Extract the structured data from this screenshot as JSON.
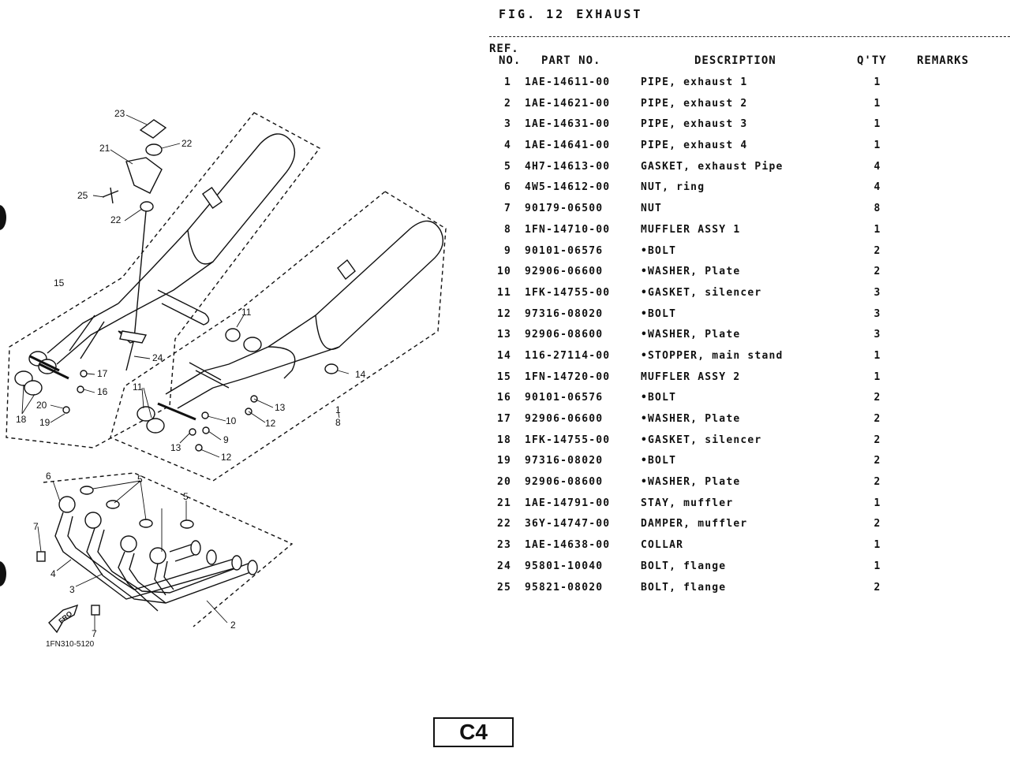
{
  "figure": {
    "label": "FIG. 12",
    "title": "EXHAUST"
  },
  "table": {
    "headers": {
      "ref_top": "REF.",
      "ref": "NO.",
      "part": "PART NO.",
      "desc": "DESCRIPTION",
      "qty": "Q'TY",
      "remarks": "REMARKS"
    },
    "rows": [
      {
        "ref": "1",
        "part": "1AE-14611-00",
        "desc": "PIPE, exhaust 1",
        "qty": "1"
      },
      {
        "ref": "2",
        "part": "1AE-14621-00",
        "desc": "PIPE, exhaust 2",
        "qty": "1"
      },
      {
        "ref": "3",
        "part": "1AE-14631-00",
        "desc": "PIPE, exhaust 3",
        "qty": "1"
      },
      {
        "ref": "4",
        "part": "1AE-14641-00",
        "desc": "PIPE, exhaust 4",
        "qty": "1"
      },
      {
        "ref": "5",
        "part": "4H7-14613-00",
        "desc": "GASKET, exhaust Pipe",
        "qty": "4"
      },
      {
        "ref": "6",
        "part": "4W5-14612-00",
        "desc": "NUT, ring",
        "qty": "4"
      },
      {
        "ref": "7",
        "part": "90179-06500",
        "desc": "NUT",
        "qty": "8"
      },
      {
        "ref": "8",
        "part": "1FN-14710-00",
        "desc": "MUFFLER ASSY 1",
        "qty": "1"
      },
      {
        "ref": "9",
        "part": "90101-06576",
        "desc": "•BOLT",
        "qty": "2"
      },
      {
        "ref": "10",
        "part": "92906-06600",
        "desc": "•WASHER, Plate",
        "qty": "2"
      },
      {
        "ref": "11",
        "part": "1FK-14755-00",
        "desc": "•GASKET, silencer",
        "qty": "3"
      },
      {
        "ref": "12",
        "part": "97316-08020",
        "desc": "•BOLT",
        "qty": "3"
      },
      {
        "ref": "13",
        "part": "92906-08600",
        "desc": "•WASHER, Plate",
        "qty": "3"
      },
      {
        "ref": "14",
        "part": "116-27114-00",
        "desc": "•STOPPER, main stand",
        "qty": "1"
      },
      {
        "ref": "15",
        "part": "1FN-14720-00",
        "desc": "MUFFLER ASSY 2",
        "qty": "1"
      },
      {
        "ref": "16",
        "part": "90101-06576",
        "desc": "•BOLT",
        "qty": "2"
      },
      {
        "ref": "17",
        "part": "92906-06600",
        "desc": "•WASHER, Plate",
        "qty": "2"
      },
      {
        "ref": "18",
        "part": "1FK-14755-00",
        "desc": "•GASKET, silencer",
        "qty": "2"
      },
      {
        "ref": "19",
        "part": "97316-08020",
        "desc": "•BOLT",
        "qty": "2"
      },
      {
        "ref": "20",
        "part": "92906-08600",
        "desc": "•WASHER, Plate",
        "qty": "2"
      },
      {
        "ref": "21",
        "part": "1AE-14791-00",
        "desc": "STAY, muffler",
        "qty": "1"
      },
      {
        "ref": "22",
        "part": "36Y-14747-00",
        "desc": "DAMPER, muffler",
        "qty": "2"
      },
      {
        "ref": "23",
        "part": "1AE-14638-00",
        "desc": "COLLAR",
        "qty": "1"
      },
      {
        "ref": "24",
        "part": "95801-10040",
        "desc": "BOLT, flange",
        "qty": "1"
      },
      {
        "ref": "25",
        "part": "95821-08020",
        "desc": "BOLT, flange",
        "qty": "2"
      }
    ]
  },
  "diagram": {
    "code": "1FN310-5120",
    "fro_arrow": "FRO",
    "callouts": [
      "1",
      "2",
      "3",
      "4",
      "5",
      "6",
      "7",
      "8",
      "9",
      "10",
      "11",
      "12",
      "13",
      "14",
      "15",
      "16",
      "17",
      "18",
      "19",
      "20",
      "21",
      "22",
      "23",
      "24",
      "25"
    ]
  },
  "page": {
    "badge": "C4"
  }
}
